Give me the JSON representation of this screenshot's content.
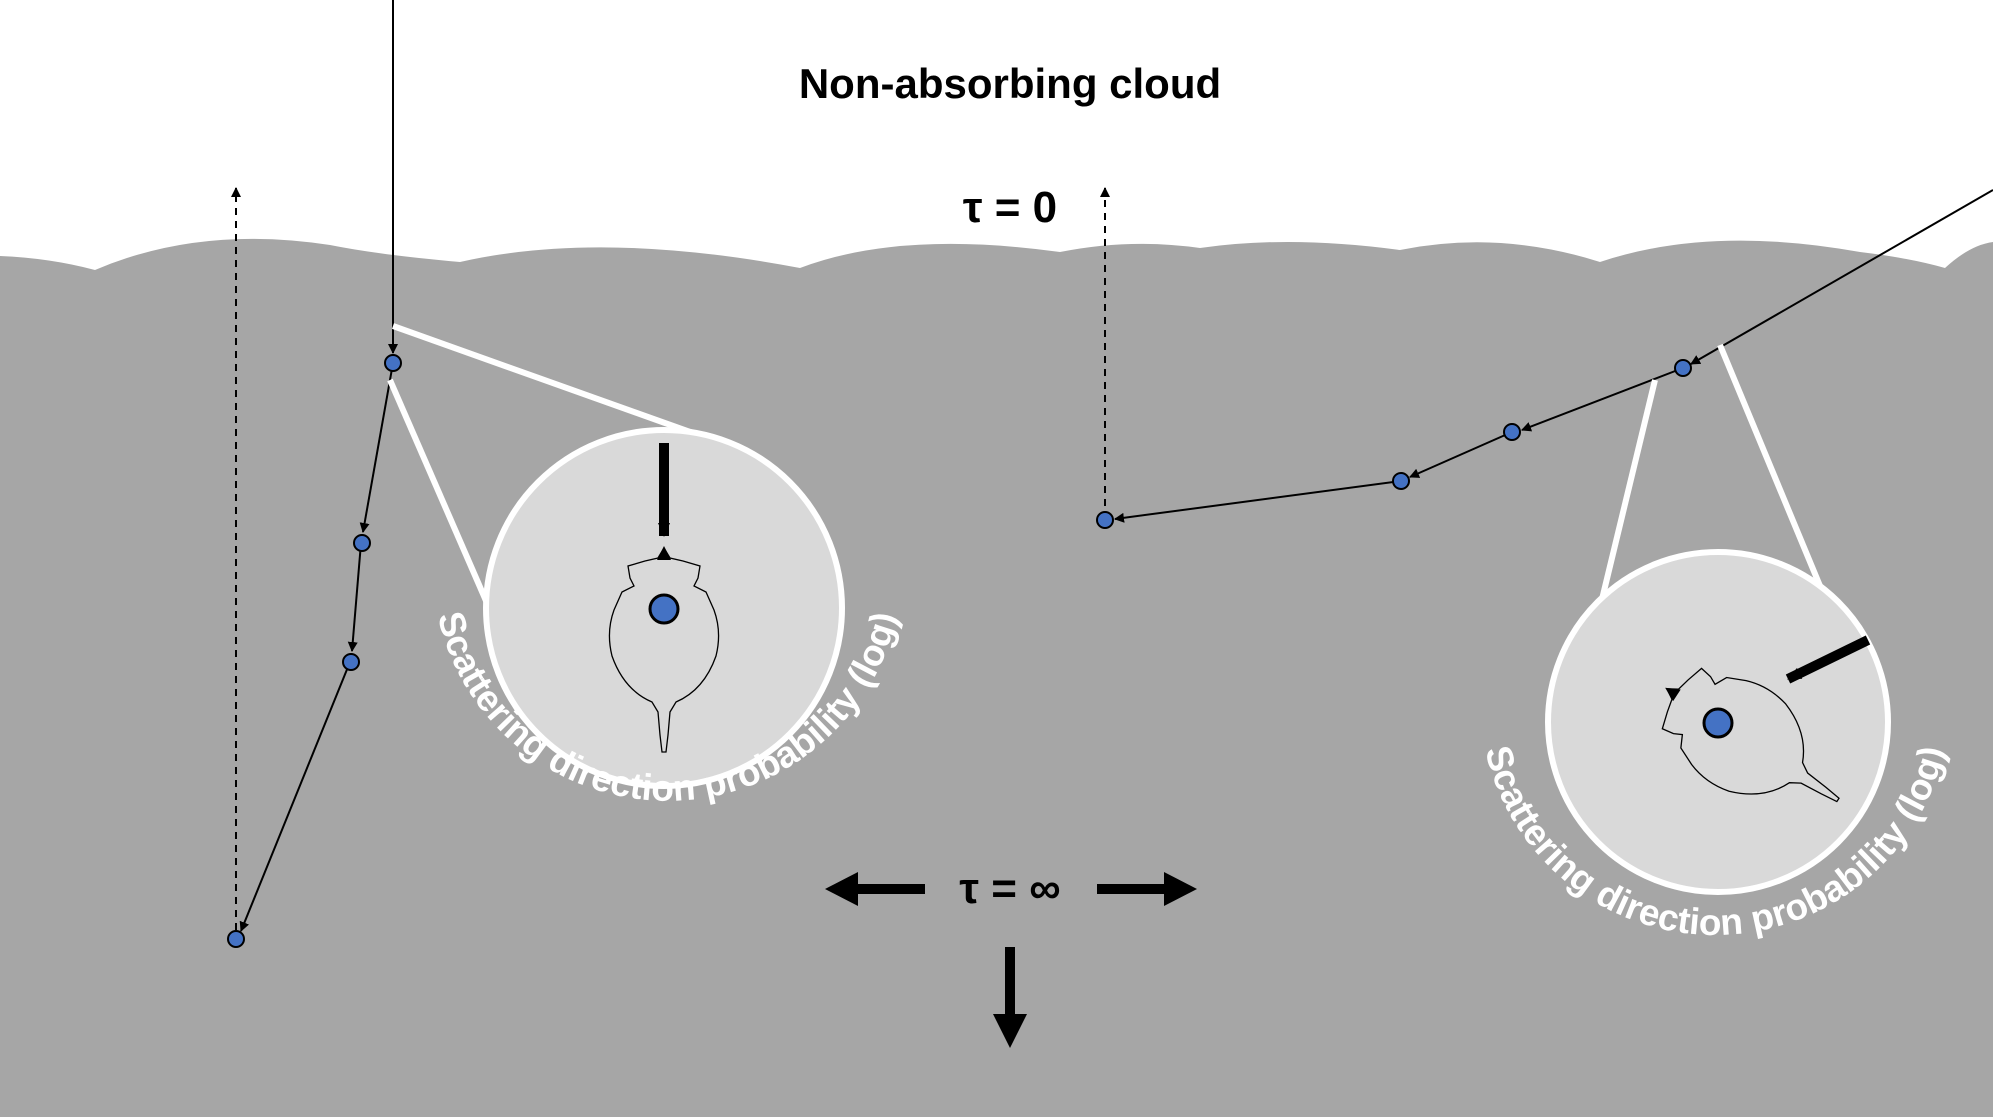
{
  "title": "Non-absorbing cloud",
  "tau_top_label": "τ = 0",
  "tau_bottom_label": "τ = ∞",
  "inset_left_label": "Scattering direction probability (log)",
  "inset_right_label": "Scattering direction probability (log)",
  "colors": {
    "background": "#ffffff",
    "cloud": "#a6a6a6",
    "inset_fill": "#d9d9d9",
    "inset_stroke": "#ffffff",
    "scatter_point": "#4472c4",
    "path": "#000000"
  }
}
